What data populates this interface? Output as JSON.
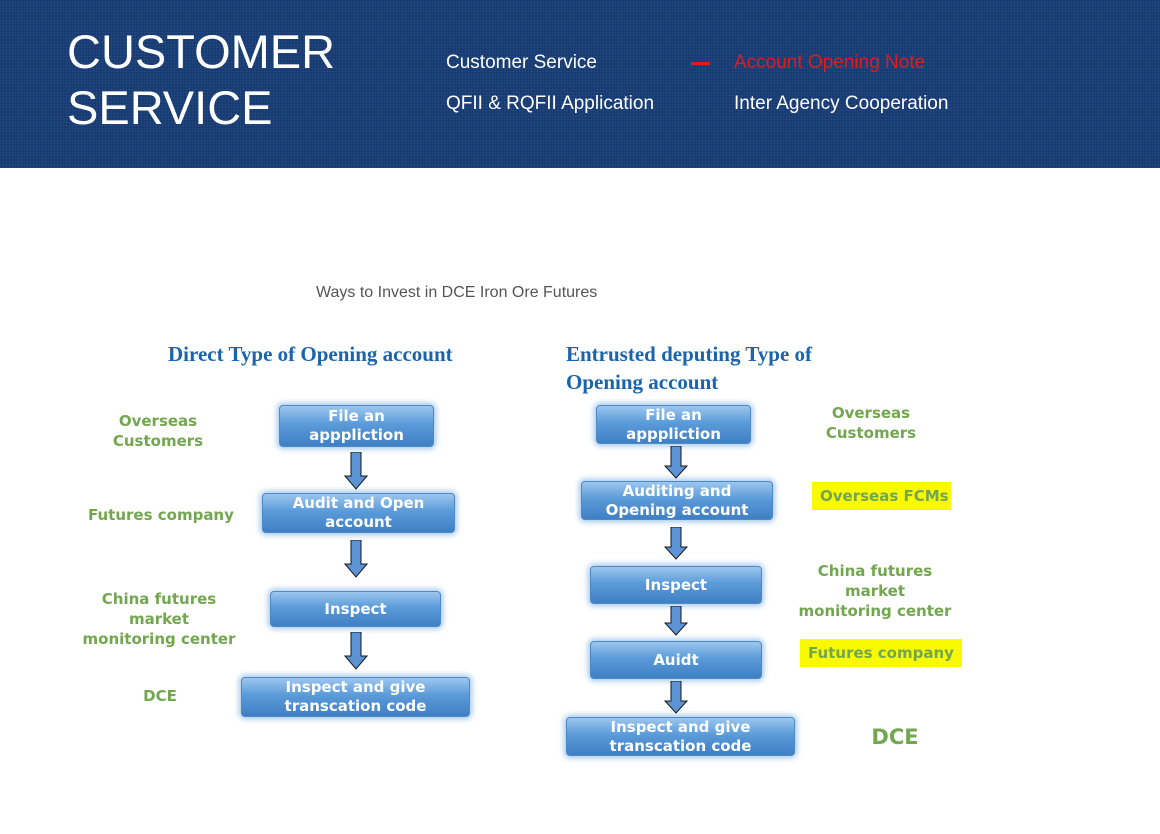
{
  "header": {
    "title_line1": "CUSTOMER",
    "title_line2": "SERVICE",
    "nav": [
      {
        "label": "Customer Service",
        "active": false
      },
      {
        "label": "Account Opening Note",
        "active": true
      },
      {
        "label": "QFII & RQFII Application",
        "active": false
      },
      {
        "label": "Inter Agency Cooperation",
        "active": false
      }
    ],
    "active_color": "#e01b1b",
    "background_color": "#163a72"
  },
  "diagram": {
    "subtitle": "Ways to Invest in DCE Iron Ore Futures",
    "left": {
      "title": "Direct Type of Opening account",
      "steps": [
        {
          "box": "File an\napppliction",
          "label": "Overseas\nCustomers"
        },
        {
          "box": "Audit and Open\naccount",
          "label": "Futures company"
        },
        {
          "box": "Inspect",
          "label": "China futures market\nmonitoring center"
        },
        {
          "box": "Inspect and give\ntranscation code",
          "label": "DCE"
        }
      ]
    },
    "right": {
      "title": "Entrusted deputing Type of\nOpening account",
      "steps": [
        {
          "box": "File an\napppliction",
          "label": "Overseas\nCustomers"
        },
        {
          "box": "Auditing and\nOpening account",
          "label": "Overseas FCMs"
        },
        {
          "box": "Inspect",
          "label": "China futures market\nmonitoring center"
        },
        {
          "box": "Auidt",
          "label": "Futures company"
        },
        {
          "box": "Inspect and give\ntranscation code",
          "label": "DCE"
        }
      ]
    },
    "highlight_color": "#f9f900",
    "label_color": "#72a64f",
    "box_color": "#5b9bd9"
  }
}
